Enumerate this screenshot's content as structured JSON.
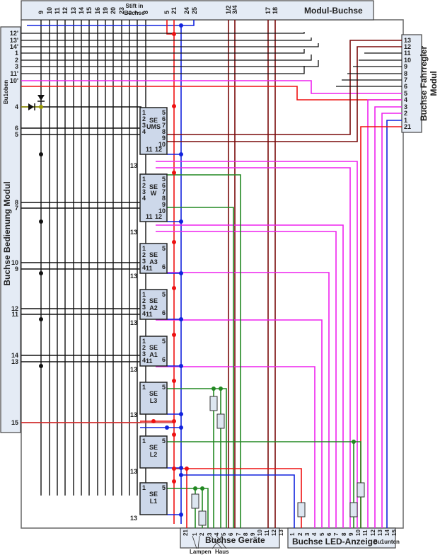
{
  "top_connector": {
    "title": "Modul-Buchse",
    "stift_label_line1": "Stift in",
    "stift_label_line2": "Buchse",
    "pins_group1": [
      "9",
      "10",
      "11",
      "12",
      "13",
      "14",
      "15",
      "16",
      "19",
      "20",
      "23",
      "6",
      "7",
      "8"
    ],
    "pins_group2": [
      "5",
      "21"
    ],
    "pins_group3": [
      "24",
      "25"
    ],
    "pins_group4": [
      "1/2",
      "3/4"
    ],
    "pins_group5": [
      "17",
      "18"
    ]
  },
  "left_connector": {
    "title": "Buchse Bedienung Modul",
    "sublabel": "Bu1oben",
    "pins_top": [
      "12'",
      "13'",
      "14'",
      "1",
      "2",
      "3",
      "11'",
      "10'"
    ],
    "pins": [
      "4",
      "6",
      "5",
      "8",
      "7",
      "10",
      "9",
      "12",
      "11",
      "14",
      "13",
      "15"
    ]
  },
  "right_connector": {
    "title_line1": "Buchse Fahrregler",
    "title_line2": "Modul",
    "pins": [
      "13",
      "12",
      "11",
      "10",
      "9",
      "8",
      "7",
      "6",
      "5",
      "4",
      "3",
      "2",
      "1",
      "21"
    ]
  },
  "bottom_connector_geraete": {
    "title": "Buchse Geräte",
    "pins": [
      "21",
      "1",
      "2",
      "3",
      "4",
      "5",
      "6",
      "7",
      "8",
      "9",
      "10",
      "11",
      "12",
      "13"
    ],
    "note_lampen": "Lampen",
    "note_haus": "Haus"
  },
  "bottom_connector_led": {
    "title": "Buchse LED-Anzeige",
    "sublabel": "Bu1unten",
    "pins": [
      "1",
      "2",
      "3",
      "4",
      "5",
      "6",
      "7",
      "8",
      "9",
      "10",
      "11",
      "12",
      "13",
      "14",
      "15"
    ]
  },
  "modules": [
    {
      "id": "ums",
      "name_line1": "SE",
      "name_line2": "UMS",
      "left_pins": [
        "1",
        "2",
        "3",
        "4"
      ],
      "right_pins": [
        "5",
        "6",
        "7",
        "8",
        "9",
        "10"
      ],
      "bottom_pins": [
        "11",
        "12"
      ],
      "ground": "13"
    },
    {
      "id": "w",
      "name_line1": "SE",
      "name_line2": "W",
      "left_pins": [
        "1",
        "2",
        "3",
        "4"
      ],
      "right_pins": [
        "5",
        "6",
        "7",
        "8",
        "9",
        "10"
      ],
      "bottom_pins": [
        "11",
        "12"
      ],
      "ground": "13"
    },
    {
      "id": "a3",
      "name_line1": "SE",
      "name_line2": "A3",
      "left_pins": [
        "1",
        "2",
        "3",
        "4"
      ],
      "right_pins": [
        "5",
        "6"
      ],
      "bottom_pins": [
        "11"
      ],
      "ground": "13"
    },
    {
      "id": "a2",
      "name_line1": "SE",
      "name_line2": "A2",
      "left_pins": [
        "1",
        "2",
        "3",
        "4"
      ],
      "right_pins": [
        "5",
        "6"
      ],
      "bottom_pins": [
        "11"
      ],
      "ground": "13"
    },
    {
      "id": "a1",
      "name_line1": "SE",
      "name_line2": "A1",
      "left_pins": [
        "1",
        "2",
        "3",
        "4"
      ],
      "right_pins": [
        "5",
        "6"
      ],
      "bottom_pins": [
        "11"
      ],
      "ground": "13"
    },
    {
      "id": "l3",
      "name_line1": "SE",
      "name_line2": "L3",
      "left_pins": [
        "1"
      ],
      "right_pins": [
        "5"
      ],
      "bottom_pins": [],
      "ground": "13"
    },
    {
      "id": "l2",
      "name_line1": "SE",
      "name_line2": "L2",
      "left_pins": [
        "1"
      ],
      "right_pins": [
        "5"
      ],
      "bottom_pins": [],
      "ground": "13"
    },
    {
      "id": "l1",
      "name_line1": "SE",
      "name_line2": "L1",
      "left_pins": [
        "1"
      ],
      "right_pins": [
        "5"
      ],
      "bottom_pins": [],
      "ground": "13"
    }
  ],
  "colors": {
    "black_wire": "#111111",
    "red_wire": "#ee1111",
    "darkred_wire": "#7a0a0a",
    "blue_wire": "#1122dd",
    "magenta_wire": "#ee22ee",
    "green_wire": "#228822",
    "olive_wire": "#999900",
    "connector_fill": "#e4ebf5",
    "module_fill": "#cdd8ea"
  }
}
